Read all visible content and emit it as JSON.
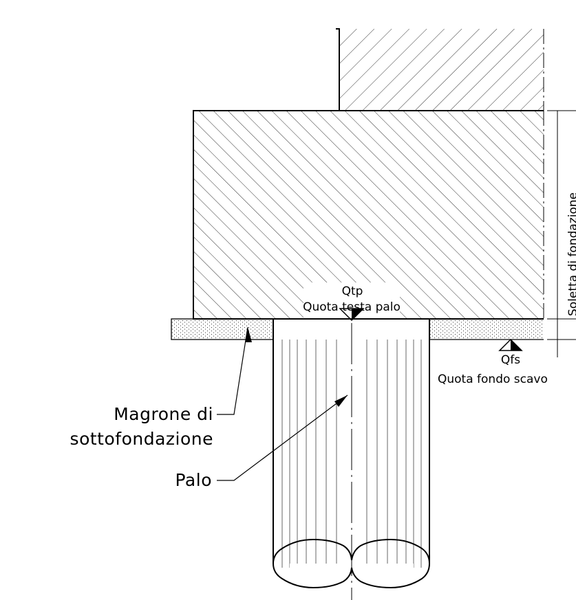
{
  "labels": {
    "qtp_code": "Qtp",
    "qtp_text": "Quota testa palo",
    "qfs_code": "Qfs",
    "qfs_text": "Quota fondo scavo",
    "magrone_line1": "Magrone di",
    "magrone_line2": "sottofondazione",
    "palo": "Palo",
    "soletta": "Soletta di fondazione"
  },
  "colors": {
    "line": "#000000",
    "background": "#ffffff"
  }
}
